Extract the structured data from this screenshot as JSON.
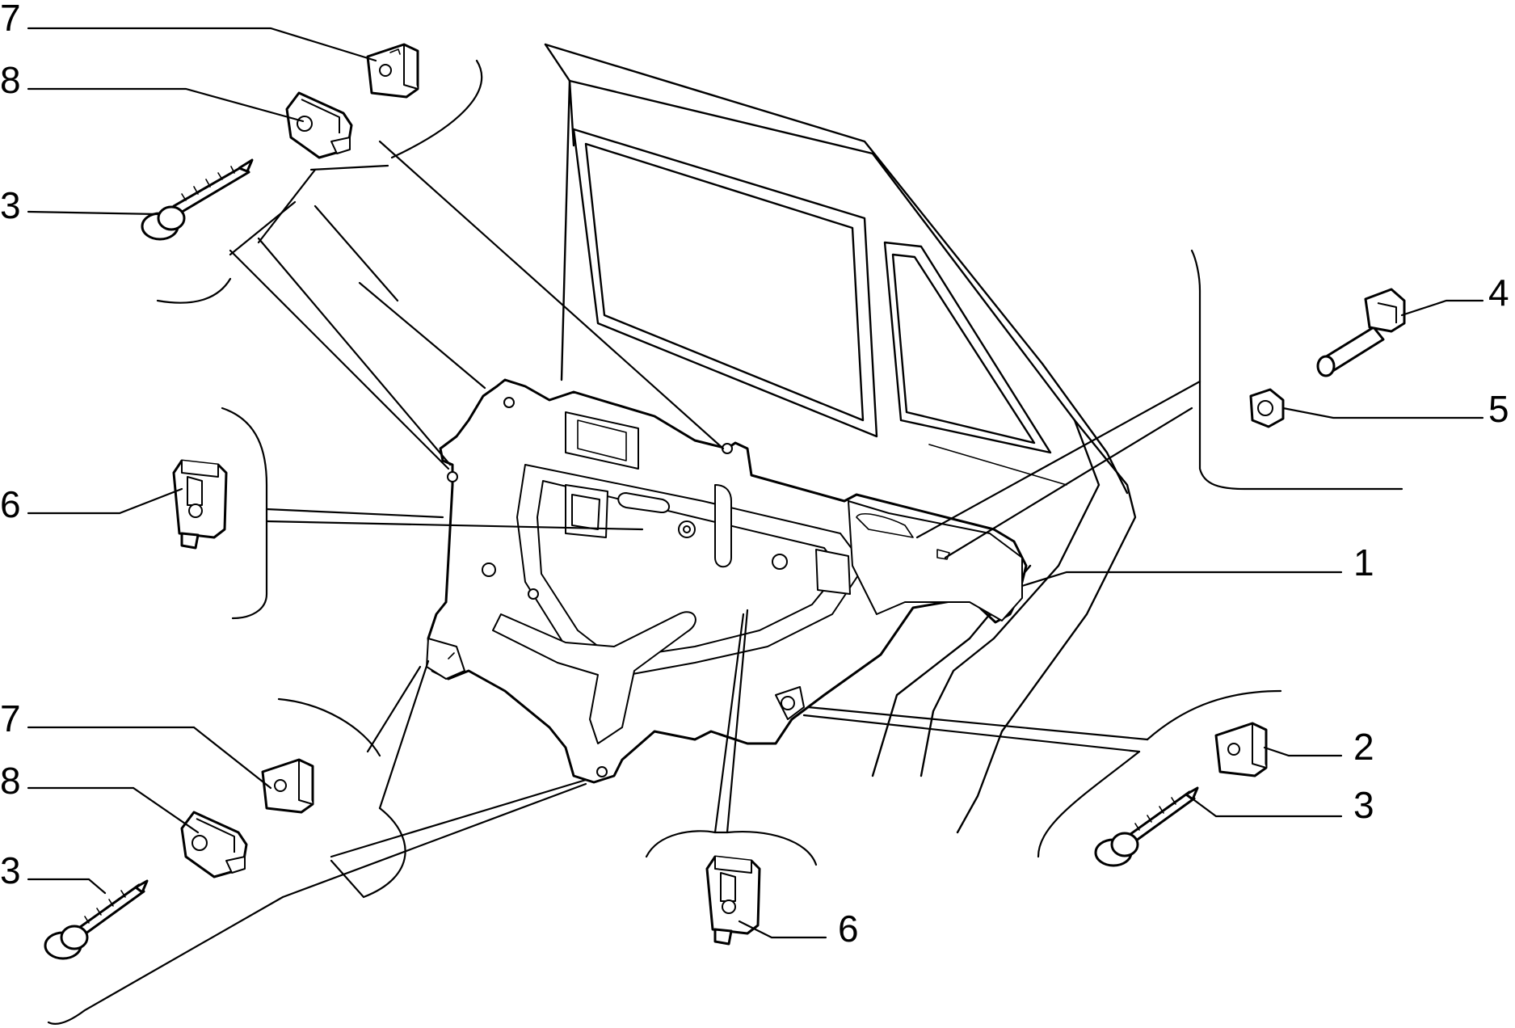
{
  "diagram": {
    "callouts": [
      {
        "id": "c7-top",
        "label": "7"
      },
      {
        "id": "c8-top",
        "label": "8"
      },
      {
        "id": "c3-top",
        "label": "3"
      },
      {
        "id": "c6-left",
        "label": "6"
      },
      {
        "id": "c7-bot",
        "label": "7"
      },
      {
        "id": "c8-bot",
        "label": "8"
      },
      {
        "id": "c3-bot",
        "label": "3"
      },
      {
        "id": "c4-right",
        "label": "4"
      },
      {
        "id": "c5-right",
        "label": "5"
      },
      {
        "id": "c1-right",
        "label": "1"
      },
      {
        "id": "c2-right",
        "label": "2"
      },
      {
        "id": "c3-right",
        "label": "3"
      },
      {
        "id": "c6-bottom",
        "label": "6"
      }
    ]
  }
}
